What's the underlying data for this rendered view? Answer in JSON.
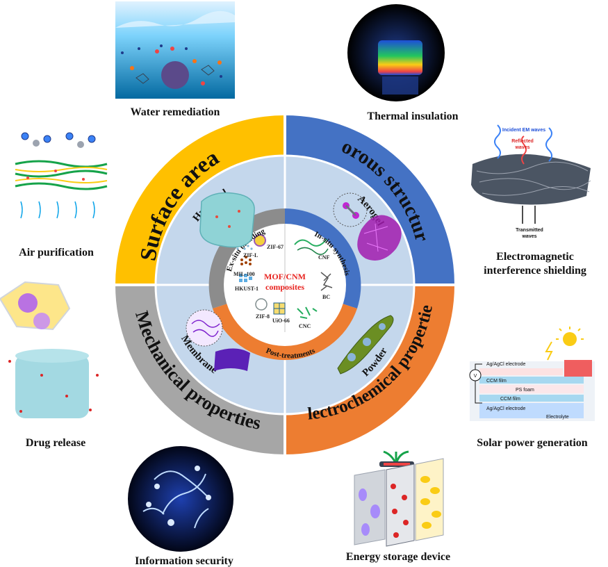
{
  "center": {
    "title_line1": "MOF/CNM",
    "title_line2": "composites",
    "title_color": "#e8231f"
  },
  "inner_ring": {
    "left_label": "Ex-situ blending",
    "right_label": "In-situ synthesis",
    "bottom_label": "Post-treatments",
    "items_left": [
      "ZIF-67",
      "ZIF-L",
      "MIL-100",
      "HKUST-1",
      "ZIF-8",
      "UiO-66"
    ],
    "items_right": [
      "CNF",
      "BC",
      "CNC"
    ],
    "colors": {
      "left": "#8c8c8c",
      "right": "#4472c4",
      "bottom": "#ed7d31"
    }
  },
  "middle_ring": {
    "forms": [
      "Hydrogel",
      "Aerogel",
      "Membrane",
      "Powder"
    ],
    "fill": "#c4d7ec"
  },
  "outer_ring": {
    "properties": [
      "Surface area",
      "Porous structure",
      "Mechanical properties",
      "Electrochemical properties"
    ],
    "colors": {
      "surface": "#ffc000",
      "porous": "#4472c4",
      "mechanical": "#a6a6a6",
      "electro": "#ed7d31"
    }
  },
  "applications": [
    "Water  remediation",
    "Thermal insulation",
    "Air purification",
    "Electromagnetic",
    "interference shielding",
    "Drug release",
    "Solar power generation",
    "Information  security",
    "Energy storage device"
  ],
  "emi_figure": {
    "incident": "Incident EM waves",
    "reflected_1": "Reflected",
    "reflected_2": "waves",
    "transmitted_1": "Transmitted",
    "transmitted_2": "waves"
  },
  "solar_figure": {
    "electrode_top": "Ag/AgCl electrode",
    "ccm_top": "CCM film",
    "foam": "PS foam",
    "ccm_bottom": "CCM film",
    "electrode_bottom": "Ag/AgCl electrode",
    "electrolyte": "Electrolyte",
    "meter": "V"
  }
}
